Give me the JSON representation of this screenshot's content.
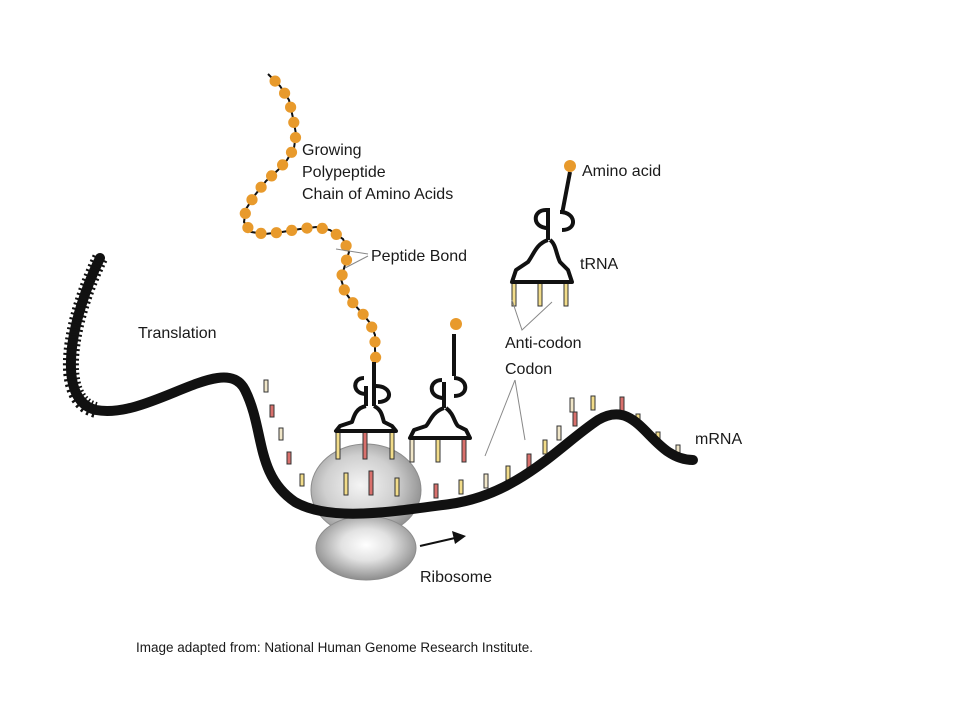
{
  "diagram": {
    "labels": {
      "growing_line1": "Growing",
      "growing_line2": "Polypeptide",
      "growing_line3": "Chain of Amino Acids",
      "amino_acid": "Amino acid",
      "peptide_bond": "Peptide Bond",
      "trna": "tRNA",
      "translation": "Translation",
      "anticodon": "Anti-codon",
      "codon": "Codon",
      "mrna": "mRNA",
      "ribosome": "Ribosome"
    },
    "caption": "Image adapted from: National Human Genome Research Institute.",
    "colors": {
      "amino_acid": "#e89a2c",
      "strand": "#111111",
      "codon_yellow": "#f2dc8a",
      "codon_red": "#d9706c",
      "codon_cream": "#f0e6c8",
      "ribosome": "#cfcfcf"
    }
  }
}
